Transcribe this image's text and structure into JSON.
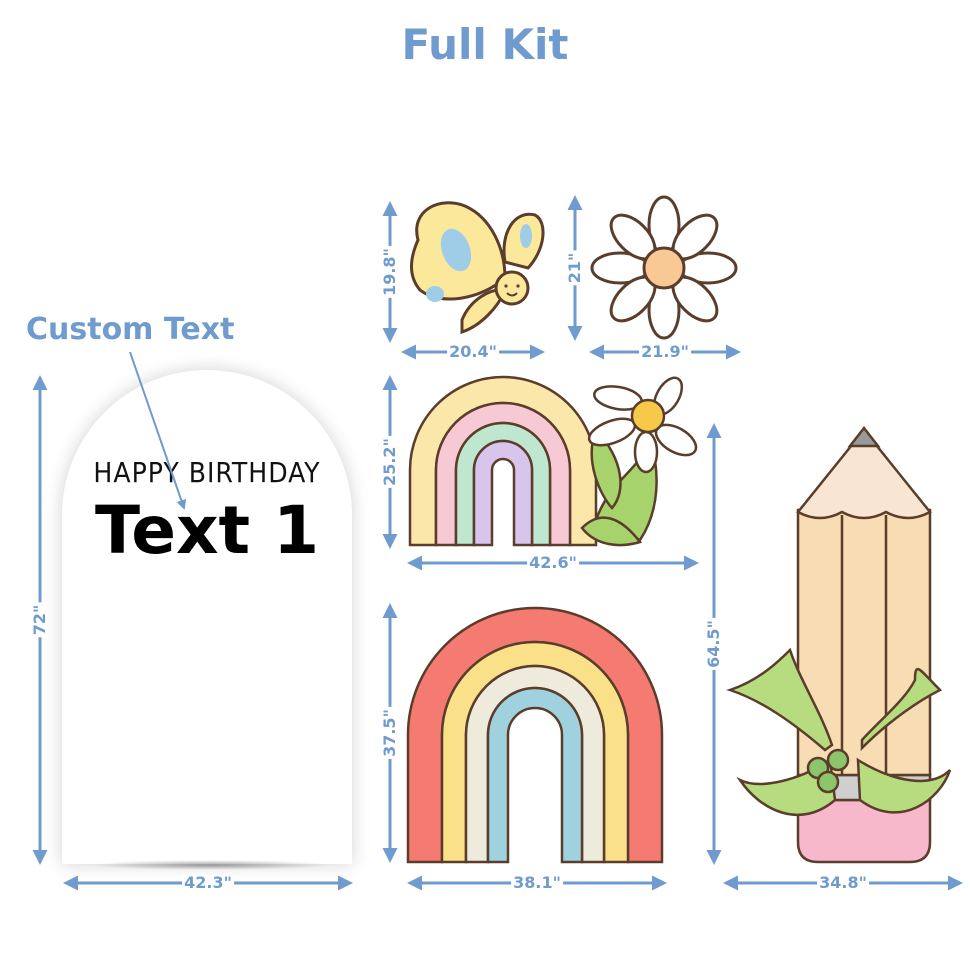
{
  "title": "Full Kit",
  "custom_text_label": "Custom Text",
  "backdrop": {
    "line1": "HAPPY BIRTHDAY",
    "line2": "Text 1"
  },
  "dimensions": {
    "arch_height": "72\"",
    "arch_width": "42.3\"",
    "butterfly_height": "19.8\"",
    "butterfly_width": "20.4\"",
    "daisy_height": "21\"",
    "daisy_width": "21.9\"",
    "pastel_rainbow_height": "25.2\"",
    "pastel_rainbow_width": "42.6\"",
    "bright_rainbow_height": "37.5\"",
    "bright_rainbow_width": "38.1\"",
    "pencil_height": "64.5\"",
    "pencil_width": "34.8\""
  },
  "colors": {
    "accent": "#6f9bce"
  }
}
